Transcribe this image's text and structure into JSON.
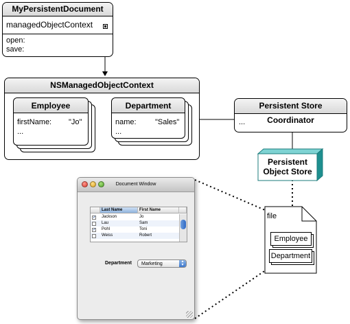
{
  "doc": {
    "title": "MyPersistentDocument",
    "property": "managedObjectContext",
    "methods": [
      "open:",
      "save:"
    ]
  },
  "context": {
    "title": "NSManagedObjectContext",
    "employee": {
      "title": "Employee",
      "field": "firstName:",
      "value": "\"Jo\"",
      "more": "..."
    },
    "department": {
      "title": "Department",
      "field": "name:",
      "value": "\"Sales\"",
      "more": "..."
    }
  },
  "coordinator": {
    "title": "Persistent Store Coordinator",
    "more": "..."
  },
  "store": {
    "line1": "Persistent",
    "line2": "Object Store",
    "color": "#2aa3a3"
  },
  "file": {
    "label": "file",
    "entities": [
      "Employee",
      "Department"
    ]
  },
  "window": {
    "title": "Document Window",
    "columns": [
      "Last Name",
      "First Name"
    ],
    "rows": [
      {
        "checked": true,
        "last": "Jackson",
        "first": "Jo"
      },
      {
        "checked": false,
        "last": "Lau",
        "first": "Sam"
      },
      {
        "checked": true,
        "last": "Pohl",
        "first": "Toni"
      },
      {
        "checked": false,
        "last": "Weiss",
        "first": "Robert"
      }
    ],
    "popup_label": "Department",
    "popup_value": "Marketing"
  }
}
